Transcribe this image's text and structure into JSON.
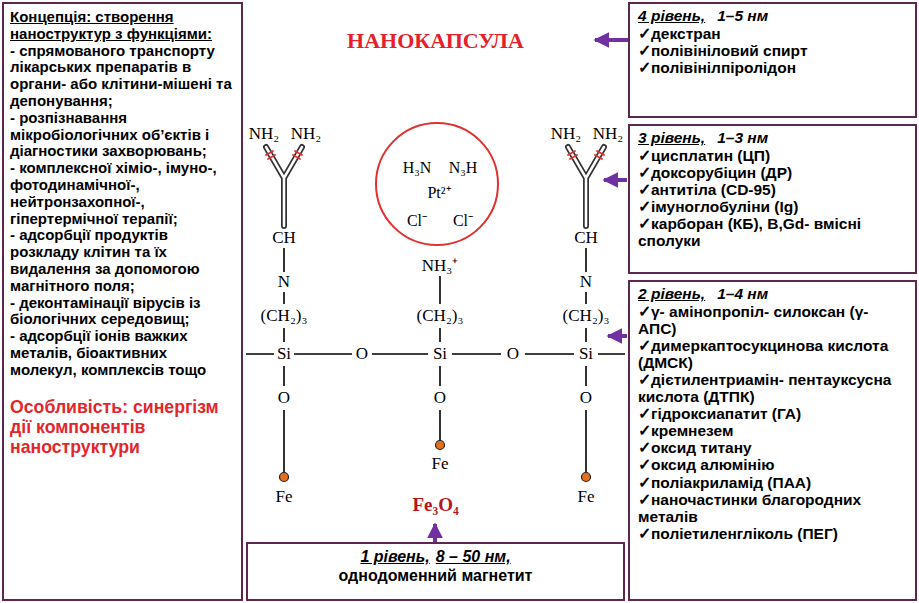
{
  "diagram": {
    "nodes": [
      {
        "text": [
          "Концепція: створення наноструктур з функціями:",
          "- спрямованого транспорту лікарських препаратів в органи- або клітини-мішені та депонування;",
          "- розпізнавання мікробіологічних об’єктів і діагностики захворювань;",
          "- комплексної хіміо-, імуно-, фотодинамічної-, нейтронзахопної-, гіпертермічної терапії;",
          "- адсорбції продуктів розкладу клітин та їх видалення за допомогою магнітного поля;",
          "- деконтамінації вірусів із біологічних середовищ;",
          "- адсорбції іонів важких металів, біоактивних молекул, комплексів тощо",
          "Особливість: синергізм дії компонентів наноструктури"
        ]
      },
      {
        "text": [
          "НАНОКАПСУЛА"
        ]
      },
      {
        "text": [
          "H₃N",
          "N₃H",
          "Pt²⁺",
          "Cl⁻",
          "Cl⁻"
        ]
      },
      {
        "text": [
          "Fe₃O₄"
        ]
      },
      {
        "text": [
          "1 рівень,",
          "8 – 50 нм,",
          "однодоменний магнетит"
        ]
      },
      {
        "text": [
          "4 рівень,",
          "1–5 нм",
          "✓декстран",
          "✓полівініловий спирт",
          "✓полівінілпіролідон"
        ]
      },
      {
        "text": [
          "3 рівень,",
          "1–3 нм",
          "✓цисплатин (ЦП)",
          "✓доксорубіцин (ДР)",
          "✓антитіла (CD-95)",
          "✓імуноглобуліни (Ig)",
          "✓карборан (КБ), B,Gd- вмісні сполуки"
        ]
      },
      {
        "text": [
          "2 рівень,",
          "1–4 нм",
          "✓γ- амінопропіл- силоксан (γ- АПС)",
          "✓димеркаптосукцинова кислота (ДМСК)",
          "✓дієтилентриамін- пентауксусна кислота (ДТПК)",
          "✓гідроксиапатит (ГА)",
          "✓кремнезем",
          "✓оксид титану",
          "✓оксид алюмінію",
          "✓поліакриламід (ПАА)",
          "✓наночастинки благородних металів",
          "✓поліетиленгліколь (ПЕГ)"
        ]
      }
    ],
    "edges": [
      {
        "from": 5,
        "to": 1,
        "arrow": "to"
      },
      {
        "from": 4,
        "to": 3,
        "arrow": "to"
      }
    ],
    "labels": [
      "NH₂",
      "NH₂",
      "NH₂",
      "NH₂",
      "CH",
      "NH₃⁺",
      "CH",
      "N",
      "N",
      "(CH₂)₃",
      "(CH₂)₃",
      "(CH₂)₃",
      "Si",
      "O",
      "Si",
      "O",
      "Si",
      "O",
      "O",
      "O",
      "Fe",
      "Fe",
      "Fe"
    ]
  }
}
